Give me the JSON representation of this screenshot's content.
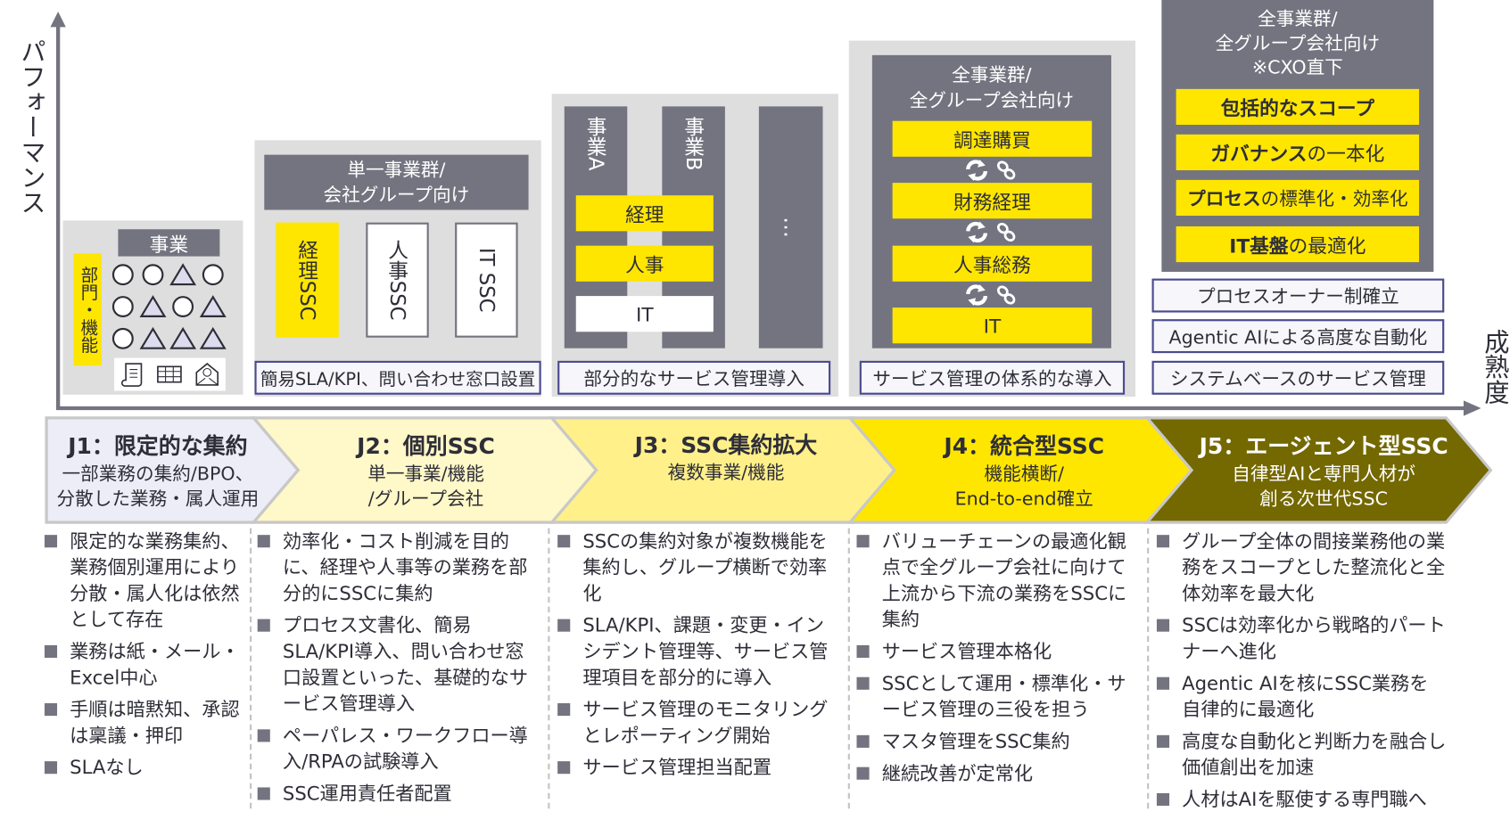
{
  "axes": {
    "y_label": "パフォーマンス",
    "x_label": "成熟度"
  },
  "colors": {
    "yellow": "#ffe600",
    "dark_gray": "#747480",
    "light_gray": "#dedede",
    "outline": "#4b4b8f",
    "text": "#2e2e38",
    "j1": "#ededf7",
    "j2": "#fff8c8",
    "j3": "#fff08a",
    "j4": "#ffe600",
    "j5": "#746800"
  },
  "j1_visual": {
    "header": "事業",
    "side_label": "部門・機能",
    "grid": [
      [
        "circle",
        "circle",
        "triangle",
        "circle"
      ],
      [
        "circle",
        "triangle",
        "circle",
        "triangle"
      ],
      [
        "circle",
        "triangle",
        "triangle",
        "triangle"
      ]
    ],
    "icons": [
      "scroll-document-icon",
      "table-icon",
      "email-icon"
    ]
  },
  "j2_visual": {
    "header_lines": [
      "単一事業群/",
      "会社グループ向け"
    ],
    "ssc_boxes": [
      "経理SSC",
      "人事SSC",
      "IT SSC"
    ],
    "footer": "簡易SLA/KPI、問い合わせ窓口設置"
  },
  "j3_visual": {
    "columns": [
      "事業A",
      "事業B",
      "…"
    ],
    "bars": [
      "経理",
      "人事",
      "IT"
    ],
    "footer": "部分的なサービス管理導入"
  },
  "j4_visual": {
    "header_lines": [
      "全事業群/",
      "全グループ会社向け"
    ],
    "bars": [
      "調達購買",
      "財務経理",
      "人事総務",
      "IT"
    ],
    "footer": "サービス管理の体系的な導入"
  },
  "j5_visual": {
    "header_lines": [
      "全事業群/",
      "全グループ会社向け",
      "※CXO直下"
    ],
    "bars": [
      {
        "bold": "包括的なスコープ",
        "normal": ""
      },
      {
        "bold": "ガバナンス",
        "normal": "の一本化"
      },
      {
        "bold": "プロセス",
        "normal": "の標準化・効率化"
      },
      {
        "bold": "IT基盤",
        "normal": "の最適化"
      }
    ],
    "footers": [
      "プロセスオーナー制確立",
      "Agentic AIによる高度な自動化",
      "システムベースのサービス管理"
    ]
  },
  "stages": [
    {
      "title": "J1：限定的な集約",
      "sub": [
        "一部業務の集約/BPO、",
        "分散した業務・属人運用"
      ],
      "bullets": [
        "限定的な業務集約、業務個別運用により分散・属人化は依然として存在",
        "業務は紙・メール・Excel中心",
        "手順は暗黙知、承認は稟議・押印",
        "SLAなし"
      ]
    },
    {
      "title": "J2：個別SSC",
      "sub": [
        "単一事業/機能",
        "/グループ会社"
      ],
      "bullets": [
        "効率化・コスト削減を目的に、経理や人事等の業務を部分的にSSCに集約",
        "プロセス文書化、簡易SLA/KPI導入、問い合わせ窓口設置といった、基礎的なサービス管理導入",
        "ペーパレス・ワークフロー導入/RPAの試験導入",
        "SSC運用責任者配置"
      ]
    },
    {
      "title": "J3：SSC集約拡大",
      "sub": [
        "複数事業/機能"
      ],
      "bullets": [
        "SSCの集約対象が複数機能を集約し、グループ横断で効率化",
        "SLA/KPI、課題・変更・インシデント管理等、サービス管理項目を部分的に導入",
        "サービス管理のモニタリングとレポーティング開始",
        "サービス管理担当配置"
      ]
    },
    {
      "title": "J4：統合型SSC",
      "sub": [
        "機能横断/",
        "End-to-end確立"
      ],
      "bullets": [
        "バリューチェーンの最適化観点で全グループ会社に向けて上流から下流の業務をSSCに集約",
        "サービス管理本格化",
        "SSCとして運用・標準化・サービス管理の三役を担う",
        "マスタ管理をSSC集約",
        "継続改善が定常化"
      ]
    },
    {
      "title": "J5：エージェント型SSC",
      "sub": [
        "自律型AIと専門人材が",
        "創る次世代SSC"
      ],
      "bullets": [
        "グループ全体の間接業務他の業務をスコープとした整流化と全体効率を最大化",
        "SSCは効率化から戦略的パートナーへ進化",
        "Agentic AIを核にSSC業務を自律的に最適化",
        "高度な自動化と判断力を融合し価値創出を加速",
        "人材はAIを駆使する専門職へ"
      ]
    }
  ]
}
